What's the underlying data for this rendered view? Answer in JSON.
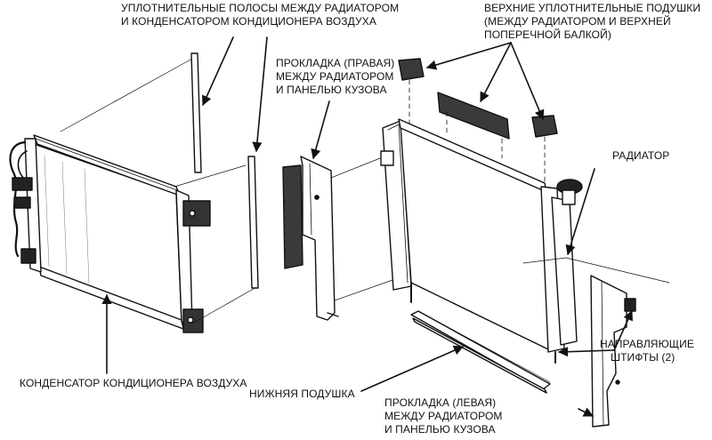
{
  "labels": {
    "seal_strips": [
      "УПЛОТНИТЕЛЬНЫЕ ПОЛОСЫ МЕЖДУ РАДИАТОРОМ",
      "И КОНДЕНСАТОРОМ КОНДИЦИОНЕРА ВОЗДУХА"
    ],
    "upper_pads": [
      "ВЕРХНИЕ УПЛОТНИТЕЛЬНЫЕ ПОДУШКИ",
      "(МЕЖДУ РАДИАТОРОМ И ВЕРХНЕЙ",
      "ПОПЕРЕЧНОЙ БАЛКОЙ)"
    ],
    "right_gasket": [
      "ПРОКЛАДКА (ПРАВАЯ)",
      "МЕЖДУ РАДИАТОРОМ",
      "И ПАНЕЛЬЮ КУЗОВА"
    ],
    "radiator": [
      "РАДИАТОР"
    ],
    "guide_pins": [
      "НАПРАВЛЯЮЩИЕ",
      "ШТИФТЫ (2)"
    ],
    "condenser": [
      "КОНДЕНСАТОР КОНДИЦИОНЕРА ВОЗДУХА"
    ],
    "lower_pad": [
      "НИЖНЯЯ ПОДУШКА"
    ],
    "left_gasket": [
      "ПРОКЛАДКА (ЛЕВАЯ)",
      "МЕЖДУ РАДИАТОРОМ",
      "И ПАНЕЛЬЮ КУЗОВА"
    ]
  },
  "colors": {
    "ink": "#111111",
    "foam": "#3a3a3a",
    "paper": "#ffffff"
  }
}
